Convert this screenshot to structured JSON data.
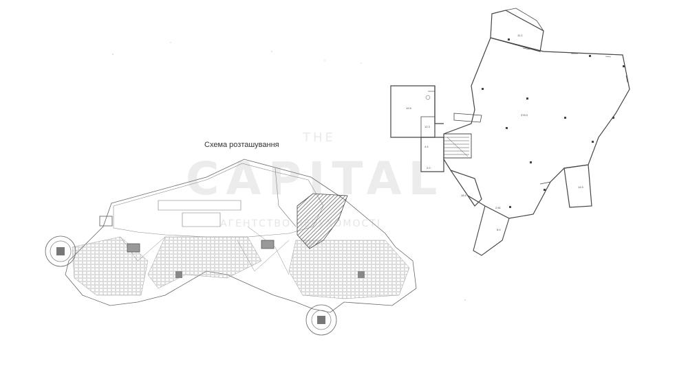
{
  "caption": "Схема розташування",
  "watermark": {
    "small": "THE",
    "big": "CAPITAL",
    "sub": "АГЕНТСТВО НЕРУХОМОСТІ"
  },
  "room_labels": {
    "r1": "11.2",
    "r2": "19.5",
    "r3": "12.3",
    "r4": "4.4",
    "r5": "2.0",
    "r6": "378.0",
    "r7": "18.5",
    "r8": "5.0",
    "r9": "2.81",
    "r10": "14.9"
  },
  "colors": {
    "line": "#555555",
    "hatch": "#666666",
    "watermark": "#969696"
  }
}
